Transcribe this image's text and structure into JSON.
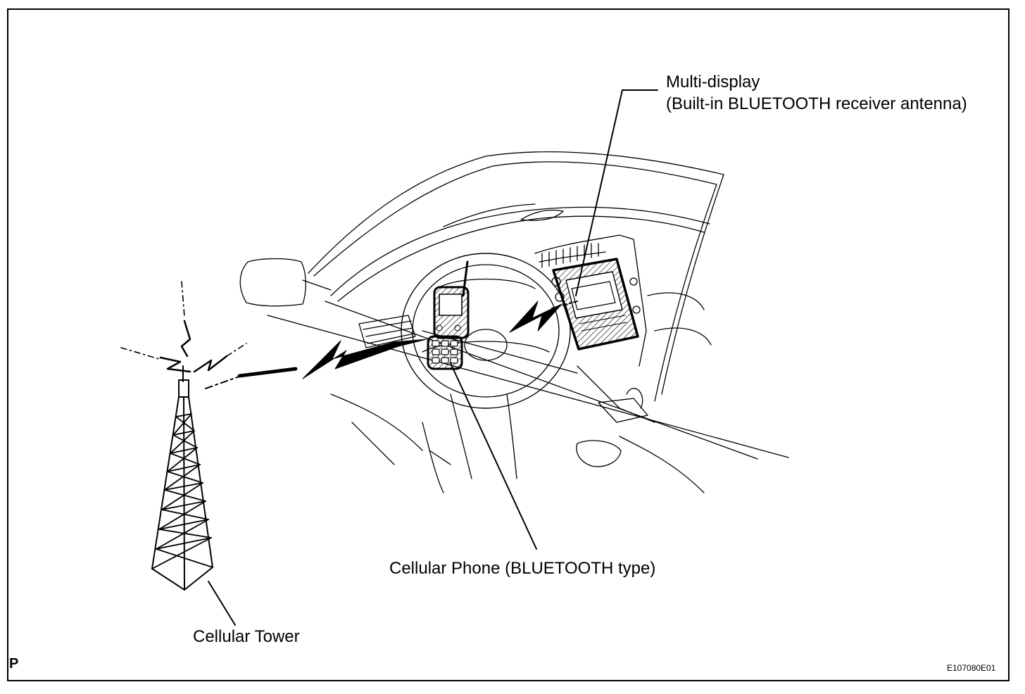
{
  "labels": {
    "multi_display_line1": "Multi-display",
    "multi_display_line2": "(Built-in BLUETOOTH receiver antenna)",
    "cellular_phone": "Cellular Phone (BLUETOOTH type)",
    "cellular_tower": "Cellular Tower"
  },
  "corner_marks": {
    "view_code": "P",
    "figure_id": "E107080E01"
  },
  "components": {
    "tower": "cellular-tower-icon",
    "phone": "cellular-phone-icon",
    "display": "multi-display-unit",
    "signal": "lightning-signal-icon"
  },
  "colors": {
    "line": "#000000",
    "background": "#ffffff"
  }
}
